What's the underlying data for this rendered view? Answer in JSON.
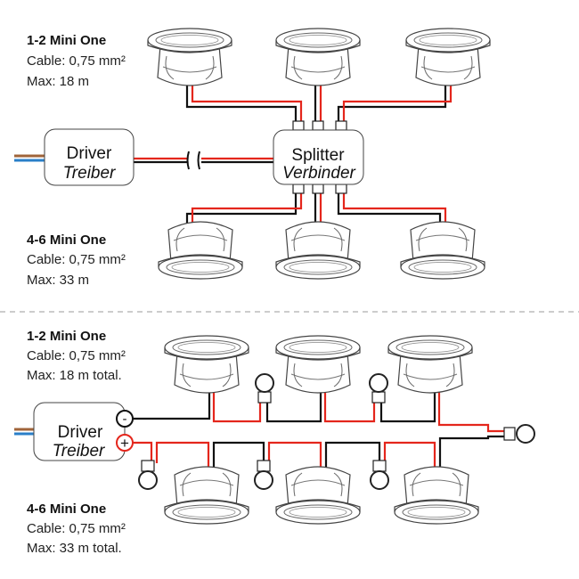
{
  "top": {
    "upper_label": {
      "title": "1-2 Mini One",
      "cable": "Cable: 0,75 mm²",
      "max": "Max: 18 m"
    },
    "lower_label": {
      "title": "4-6 Mini One",
      "cable": "Cable: 0,75 mm²",
      "max": "Max: 33 m"
    },
    "driver": {
      "line1": "Driver",
      "line2": "Treiber"
    },
    "splitter": {
      "line1": "Splitter",
      "line2": "Verbinder"
    }
  },
  "bottom": {
    "upper_label": {
      "title": "1-2 Mini One",
      "cable": "Cable: 0,75 mm²",
      "max": "Max: 18 m total."
    },
    "lower_label": {
      "title": "4-6 Mini One",
      "cable": "Cable: 0,75 mm²",
      "max": "Max: 33 m total."
    },
    "driver": {
      "line1": "Driver",
      "line2": "Treiber"
    },
    "minus": "-",
    "plus": "+"
  },
  "colors": {
    "positive": "#e4261c",
    "negative": "#111111",
    "mains_brown": "#a0643a",
    "mains_blue": "#2a7fc8"
  }
}
